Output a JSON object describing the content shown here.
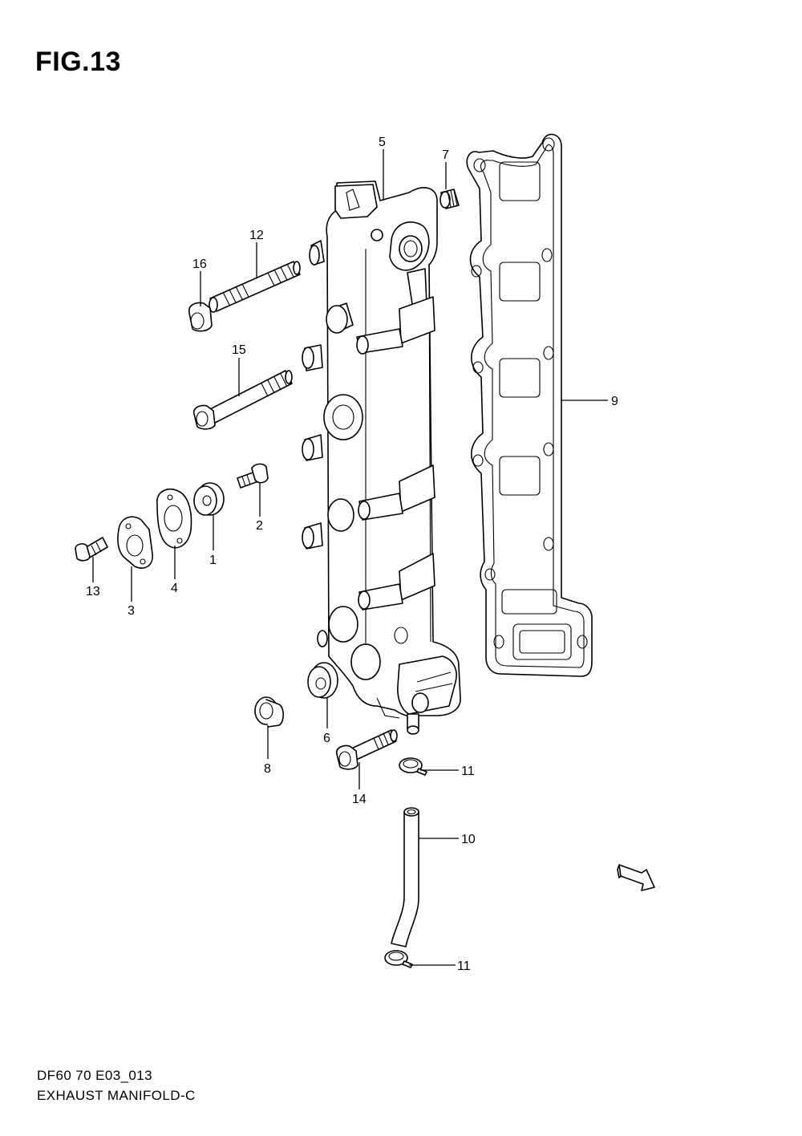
{
  "figure": {
    "title": "FIG.13",
    "code": "DF60 70 E03_013",
    "name": "EXHAUST MANIFOLD-C"
  },
  "callouts": [
    {
      "id": "c1",
      "label": "1"
    },
    {
      "id": "c2",
      "label": "2"
    },
    {
      "id": "c3",
      "label": "3"
    },
    {
      "id": "c4",
      "label": "4"
    },
    {
      "id": "c5",
      "label": "5"
    },
    {
      "id": "c6",
      "label": "6"
    },
    {
      "id": "c7",
      "label": "7"
    },
    {
      "id": "c8",
      "label": "8"
    },
    {
      "id": "c9",
      "label": "9"
    },
    {
      "id": "c10",
      "label": "10"
    },
    {
      "id": "c11a",
      "label": "11"
    },
    {
      "id": "c11b",
      "label": "11"
    },
    {
      "id": "c12",
      "label": "12"
    },
    {
      "id": "c13",
      "label": "13"
    },
    {
      "id": "c14",
      "label": "14"
    },
    {
      "id": "c15",
      "label": "15"
    },
    {
      "id": "c16",
      "label": "16"
    }
  ],
  "direction_marker": "FWD"
}
